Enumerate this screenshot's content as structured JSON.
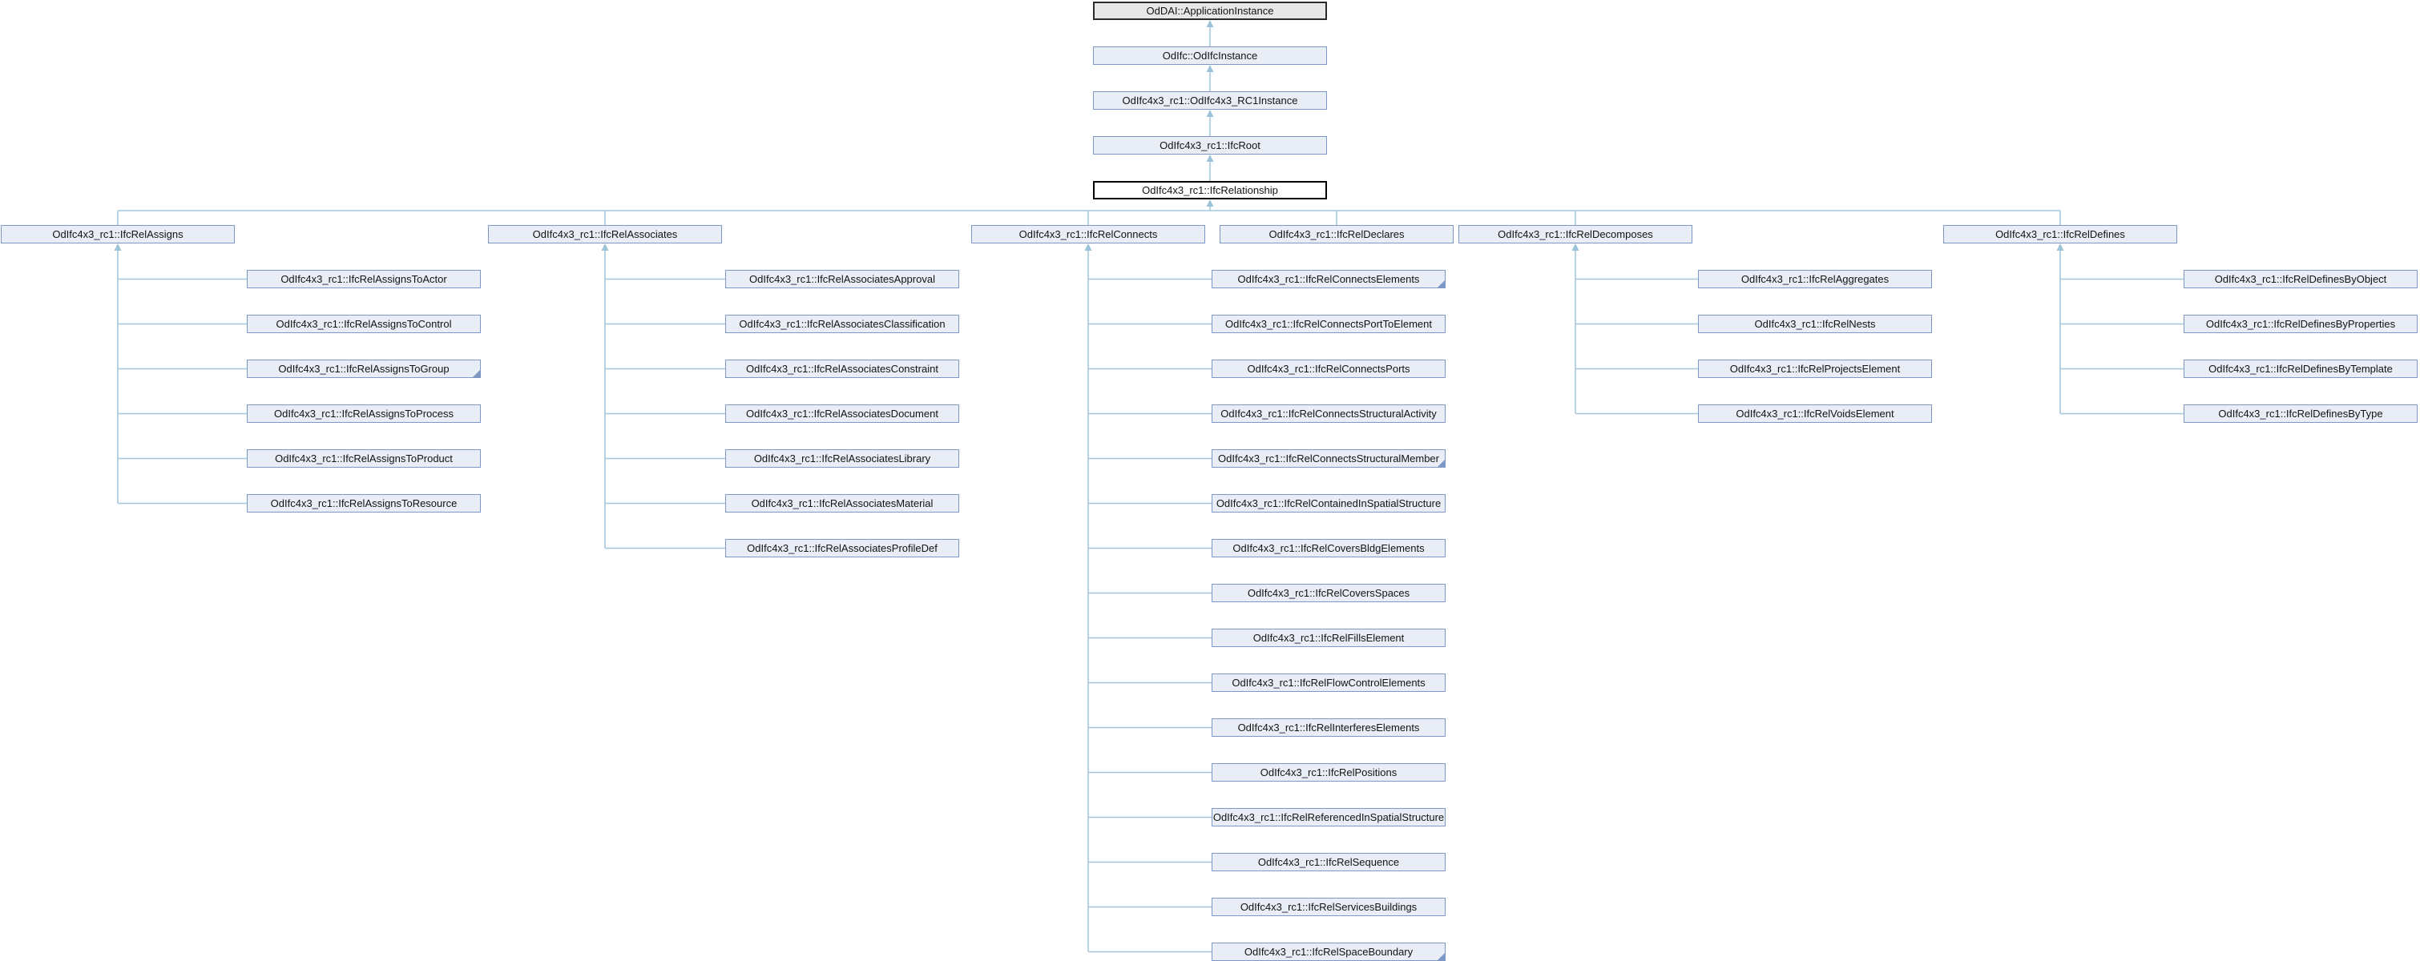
{
  "colors": {
    "edge": "#a4c7dc",
    "arrow": "#9bc2d8",
    "node_fill": "#e9edf6",
    "node_border": "#7d98c4",
    "root_fill": "#e7e7e7",
    "root_border": "#2a2a2a",
    "current_fill": "#ffffff",
    "current_border": "#000000",
    "text": "#131313"
  },
  "ancestor_chain": [
    {
      "label": "OdDAI::ApplicationInstance",
      "style": "root"
    },
    {
      "label": "OdIfc::OdIfcInstance",
      "style": "default"
    },
    {
      "label": "OdIfc4x3_rc1::OdIfc4x3_RC1Instance",
      "style": "default"
    },
    {
      "label": "OdIfc4x3_rc1::IfcRoot",
      "style": "default"
    },
    {
      "label": "OdIfc4x3_rc1::IfcRelationship",
      "style": "current"
    }
  ],
  "subclass_groups": [
    {
      "parent": "OdIfc4x3_rc1::IfcRelAssigns",
      "children": [
        {
          "label": "OdIfc4x3_rc1::IfcRelAssignsToActor",
          "truncated": false
        },
        {
          "label": "OdIfc4x3_rc1::IfcRelAssignsToControl",
          "truncated": false
        },
        {
          "label": "OdIfc4x3_rc1::IfcRelAssignsToGroup",
          "truncated": true
        },
        {
          "label": "OdIfc4x3_rc1::IfcRelAssignsToProcess",
          "truncated": false
        },
        {
          "label": "OdIfc4x3_rc1::IfcRelAssignsToProduct",
          "truncated": false
        },
        {
          "label": "OdIfc4x3_rc1::IfcRelAssignsToResource",
          "truncated": false
        }
      ]
    },
    {
      "parent": "OdIfc4x3_rc1::IfcRelAssociates",
      "children": [
        {
          "label": "OdIfc4x3_rc1::IfcRelAssociatesApproval",
          "truncated": false
        },
        {
          "label": "OdIfc4x3_rc1::IfcRelAssociatesClassification",
          "truncated": false
        },
        {
          "label": "OdIfc4x3_rc1::IfcRelAssociatesConstraint",
          "truncated": false
        },
        {
          "label": "OdIfc4x3_rc1::IfcRelAssociatesDocument",
          "truncated": false
        },
        {
          "label": "OdIfc4x3_rc1::IfcRelAssociatesLibrary",
          "truncated": false
        },
        {
          "label": "OdIfc4x3_rc1::IfcRelAssociatesMaterial",
          "truncated": false
        },
        {
          "label": "OdIfc4x3_rc1::IfcRelAssociatesProfileDef",
          "truncated": false
        }
      ]
    },
    {
      "parent": "OdIfc4x3_rc1::IfcRelConnects",
      "children": [
        {
          "label": "OdIfc4x3_rc1::IfcRelConnectsElements",
          "truncated": true
        },
        {
          "label": "OdIfc4x3_rc1::IfcRelConnectsPortToElement",
          "truncated": false
        },
        {
          "label": "OdIfc4x3_rc1::IfcRelConnectsPorts",
          "truncated": false
        },
        {
          "label": "OdIfc4x3_rc1::IfcRelConnectsStructuralActivity",
          "truncated": false
        },
        {
          "label": "OdIfc4x3_rc1::IfcRelConnectsStructuralMember",
          "truncated": true
        },
        {
          "label": "OdIfc4x3_rc1::IfcRelContainedInSpatialStructure",
          "truncated": false
        },
        {
          "label": "OdIfc4x3_rc1::IfcRelCoversBldgElements",
          "truncated": false
        },
        {
          "label": "OdIfc4x3_rc1::IfcRelCoversSpaces",
          "truncated": false
        },
        {
          "label": "OdIfc4x3_rc1::IfcRelFillsElement",
          "truncated": false
        },
        {
          "label": "OdIfc4x3_rc1::IfcRelFlowControlElements",
          "truncated": false
        },
        {
          "label": "OdIfc4x3_rc1::IfcRelInterferesElements",
          "truncated": false
        },
        {
          "label": "OdIfc4x3_rc1::IfcRelPositions",
          "truncated": false
        },
        {
          "label": "OdIfc4x3_rc1::IfcRelReferencedInSpatialStructure",
          "truncated": false
        },
        {
          "label": "OdIfc4x3_rc1::IfcRelSequence",
          "truncated": false
        },
        {
          "label": "OdIfc4x3_rc1::IfcRelServicesBuildings",
          "truncated": false
        },
        {
          "label": "OdIfc4x3_rc1::IfcRelSpaceBoundary",
          "truncated": true
        }
      ]
    },
    {
      "parent": "OdIfc4x3_rc1::IfcRelDeclares",
      "children": []
    },
    {
      "parent": "OdIfc4x3_rc1::IfcRelDecomposes",
      "children": [
        {
          "label": "OdIfc4x3_rc1::IfcRelAggregates",
          "truncated": false
        },
        {
          "label": "OdIfc4x3_rc1::IfcRelNests",
          "truncated": false
        },
        {
          "label": "OdIfc4x3_rc1::IfcRelProjectsElement",
          "truncated": false
        },
        {
          "label": "OdIfc4x3_rc1::IfcRelVoidsElement",
          "truncated": false
        }
      ]
    },
    {
      "parent": "OdIfc4x3_rc1::IfcRelDefines",
      "children": [
        {
          "label": "OdIfc4x3_rc1::IfcRelDefinesByObject",
          "truncated": false
        },
        {
          "label": "OdIfc4x3_rc1::IfcRelDefinesByProperties",
          "truncated": false
        },
        {
          "label": "OdIfc4x3_rc1::IfcRelDefinesByTemplate",
          "truncated": false
        },
        {
          "label": "OdIfc4x3_rc1::IfcRelDefinesByType",
          "truncated": false
        }
      ]
    }
  ]
}
